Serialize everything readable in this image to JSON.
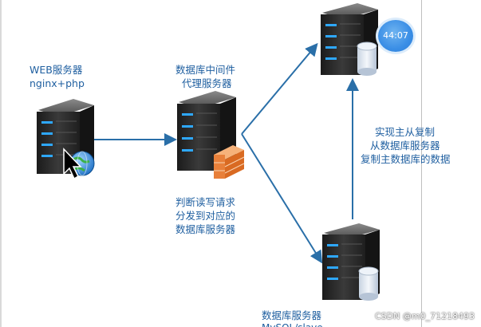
{
  "labels": {
    "web_server": "WEB服务器",
    "web_stack": "nginx+php",
    "middleware_line1": "数据库中间件",
    "middleware_line2": "代理服务器",
    "routing_line1": "判断读写请求",
    "routing_line2": "分发到对应的",
    "routing_line3": "数据库服务器",
    "replication_line1": "实现主从复制",
    "replication_line2": "从数据库服务器",
    "replication_line3": "复制主数据库的数据",
    "db_server": "数据库服务器",
    "db_server_sub": "MySQL/slave"
  },
  "timer": "44:07",
  "watermark": "CSDN @m0_71218493",
  "colors": {
    "text": "#1f5fa0",
    "arrow": "#2a6fa8",
    "server_body": "#2b2b2b",
    "server_light": "#2ea8ff",
    "firewall": "#e8803a",
    "globe": "#3a8ee6",
    "timer_bg": "#3a8ee6"
  }
}
